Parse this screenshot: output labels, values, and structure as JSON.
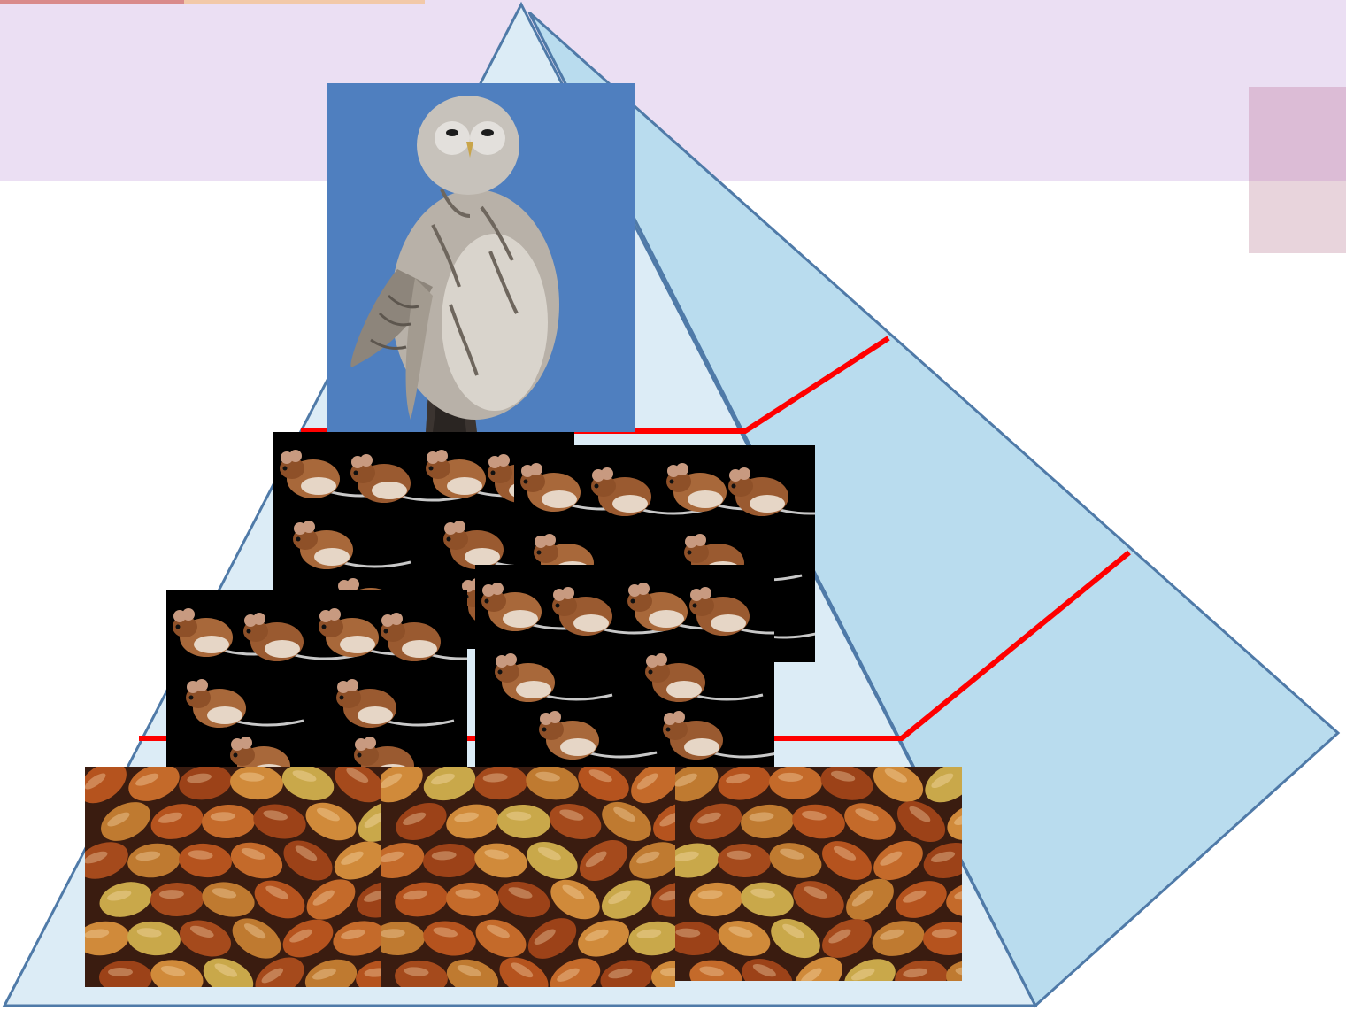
{
  "slide": {
    "header_color": "#ebdff3",
    "accent_colors": [
      "#d98a8a",
      "#f2c9a8"
    ],
    "corner_colors": [
      "#dcbcd6",
      "#e8d4dc"
    ]
  },
  "pyramid": {
    "face_front_color": "#dcecf6",
    "face_side_color": "#b9dcee",
    "edge_color": "#4f7aa8",
    "divider_color": "#ff0000",
    "levels": [
      {
        "level": 1,
        "organism_icon": "acorns-photo",
        "photo_count": 3
      },
      {
        "level": 2,
        "organism_icon": "mice-photo",
        "photo_count": 4
      },
      {
        "level": 3,
        "organism_icon": "owl-photo",
        "photo_count": 1
      }
    ]
  },
  "photos": {
    "owl_background": "#4f7fbf",
    "mice_background": "#000000",
    "acorn_background": "#3a1c10"
  }
}
